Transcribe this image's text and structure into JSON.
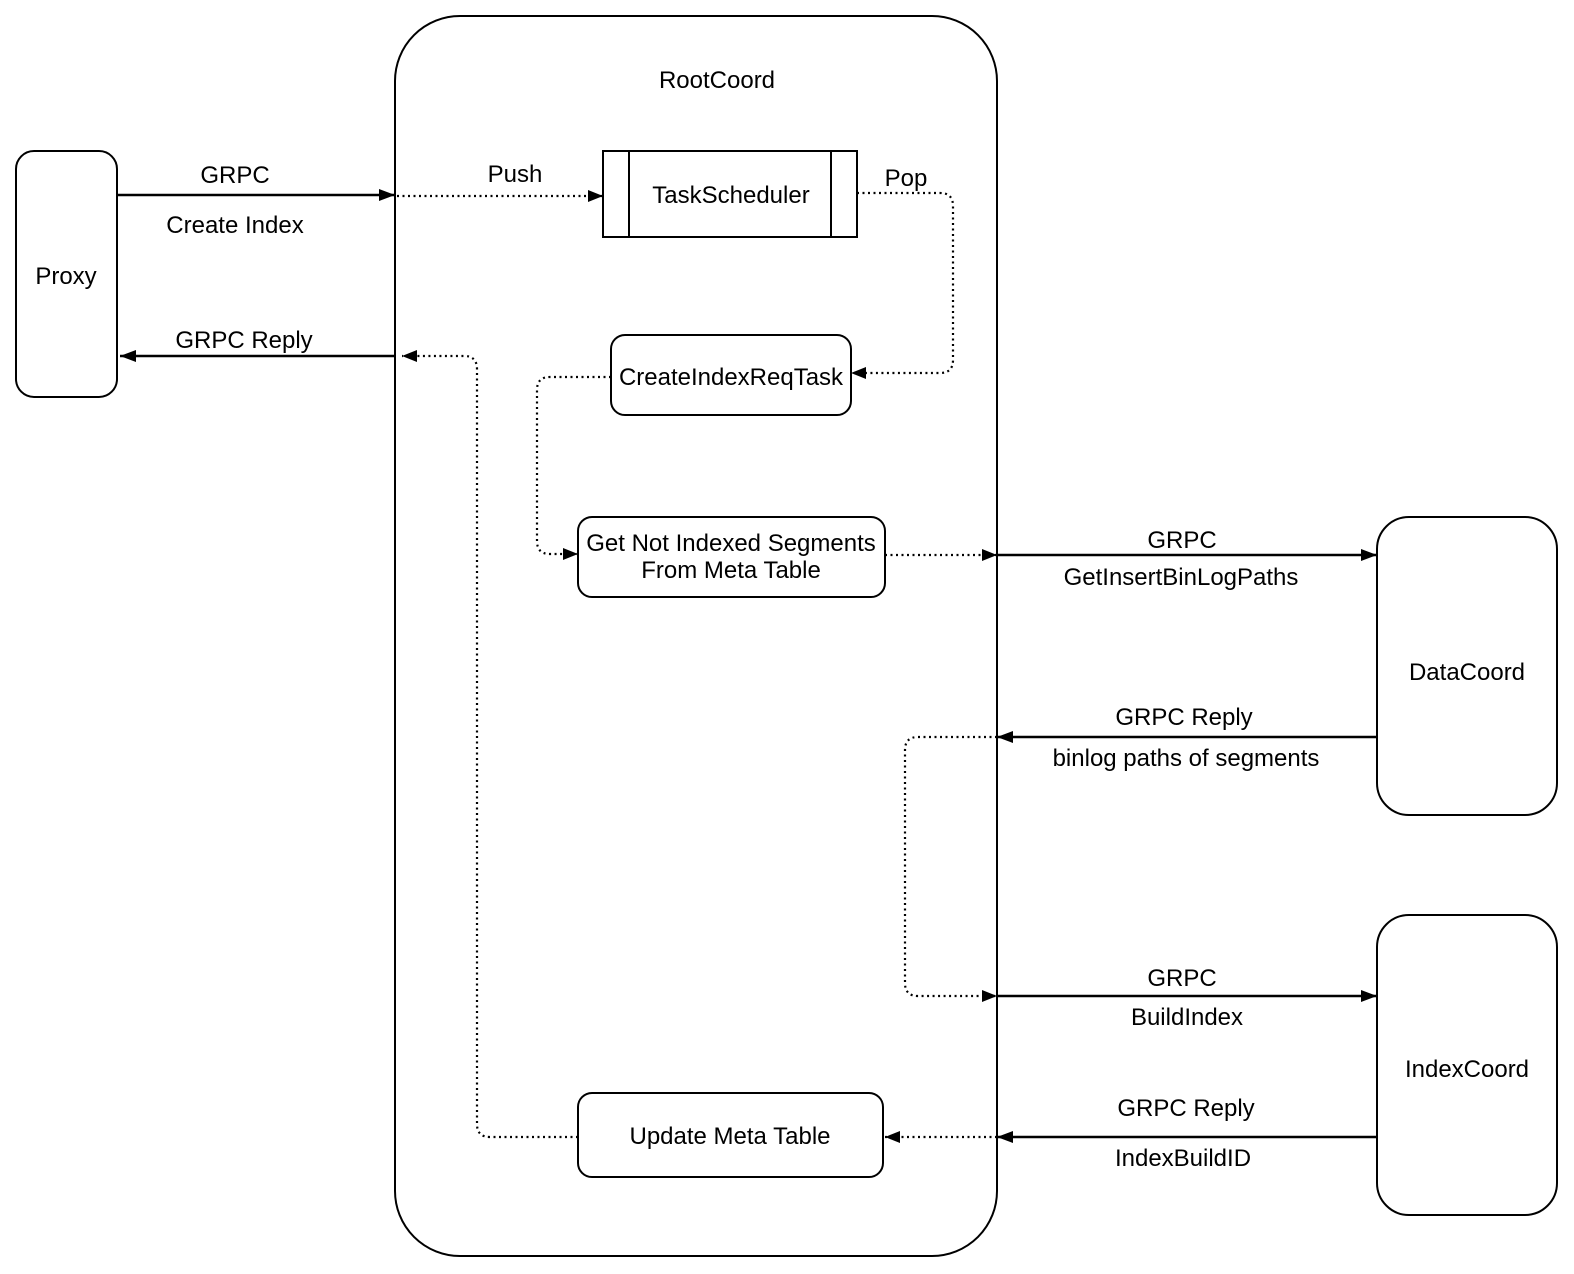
{
  "diagram": {
    "colors": {
      "stroke": "#000000",
      "background": "#ffffff"
    },
    "nodes": {
      "proxy": {
        "label": "Proxy"
      },
      "root_coord": {
        "title": "RootCoord"
      },
      "task_scheduler": {
        "label": "TaskScheduler"
      },
      "create_index_req_task": {
        "label": "CreateIndexReqTask"
      },
      "get_not_indexed_segments": {
        "label_line1": "Get Not Indexed Segments",
        "label_line2": "From Meta Table"
      },
      "update_meta_table": {
        "label": "Update Meta Table"
      },
      "data_coord": {
        "label": "DataCoord"
      },
      "index_coord": {
        "label": "IndexCoord"
      }
    },
    "edges": {
      "create_index": {
        "label_top": "GRPC",
        "label_bottom": "Create Index"
      },
      "push": {
        "label": "Push"
      },
      "pop": {
        "label": "Pop"
      },
      "reply_to_proxy": {
        "label": "GRPC Reply"
      },
      "get_insert_bin_log_paths": {
        "label_top": "GRPC",
        "label_bottom": "GetInsertBinLogPaths"
      },
      "binlog_reply": {
        "label_top": "GRPC Reply",
        "label_bottom": "binlog paths of segments"
      },
      "build_index": {
        "label_top": "GRPC",
        "label_bottom": "BuildIndex"
      },
      "index_build_id_reply": {
        "label_top": "GRPC Reply",
        "label_bottom": "IndexBuildID"
      }
    }
  }
}
